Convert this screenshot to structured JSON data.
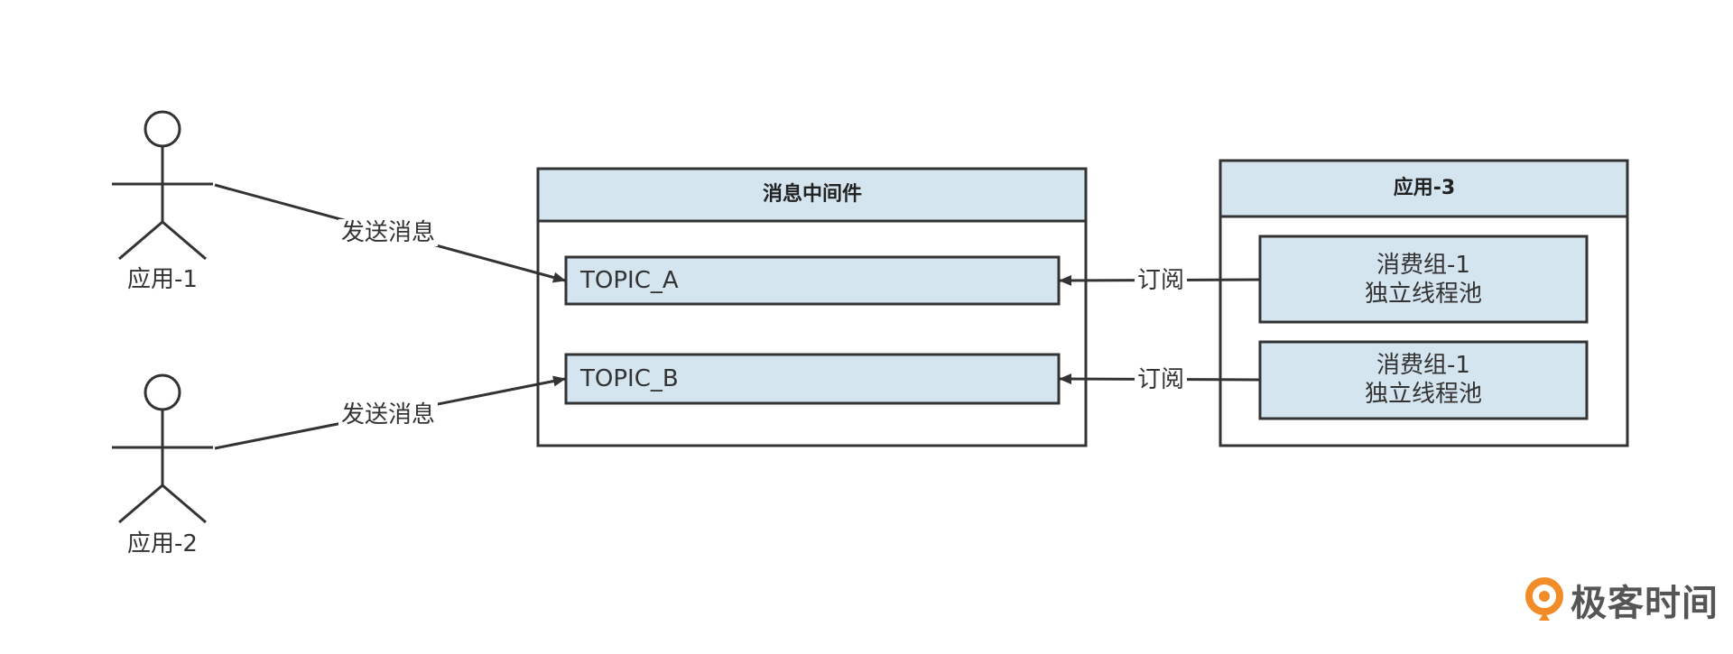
{
  "actors": [
    {
      "id": "app1",
      "label": "应用-1"
    },
    {
      "id": "app2",
      "label": "应用-2"
    }
  ],
  "edges": {
    "send_label": "发送消息",
    "subscribe_label": "订阅"
  },
  "middleware": {
    "title": "消息中间件",
    "topics": [
      {
        "label": "TOPIC_A"
      },
      {
        "label": "TOPIC_B"
      }
    ]
  },
  "consumer_app": {
    "title": "应用-3",
    "groups": [
      {
        "line1": "消费组-1",
        "line2": "独立线程池"
      },
      {
        "line1": "消费组-1",
        "line2": "独立线程池"
      }
    ]
  },
  "colors": {
    "stroke": "#333333",
    "box_fill": "#d4e5f0",
    "logo_orange": "#f28c28"
  },
  "logo": {
    "text": "极客时间",
    "icon": "geektime-logo-icon"
  }
}
